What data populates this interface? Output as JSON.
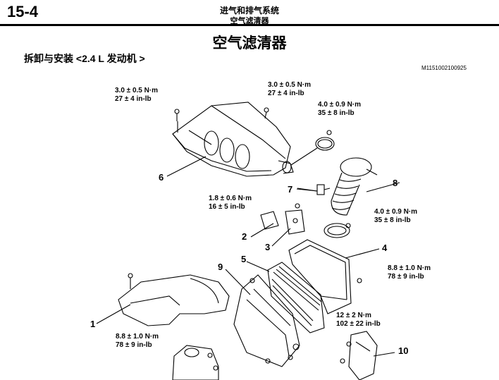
{
  "header": {
    "page_number": "15-4",
    "chapter": "进气和排气系统",
    "section": "空气滤清器"
  },
  "title": "空气滤清器",
  "subtitle": "拆卸与安装 <2.4 L 发动机 >",
  "figure_id": "M1151002100925",
  "torque_specs": [
    {
      "metric": "3.0 ± 0.5 N·m",
      "imperial": "27 ± 4 in-lb"
    },
    {
      "metric": "3.0 ± 0.5 N·m",
      "imperial": "27 ± 4 in-lb"
    },
    {
      "metric": "4.0 ± 0.9 N·m",
      "imperial": "35 ± 8 in-lb"
    },
    {
      "metric": "1.8 ± 0.6 N·m",
      "imperial": "16 ± 5 in-lb"
    },
    {
      "metric": "4.0 ± 0.9 N·m",
      "imperial": "35 ± 8 in-lb"
    },
    {
      "metric": "8.8 ± 1.0 N·m",
      "imperial": "78 ± 9 in-lb"
    },
    {
      "metric": "12 ± 2 N·m",
      "imperial": "102 ± 22 in-lb"
    },
    {
      "metric": "8.8 ± 1.0 N·m",
      "imperial": "78 ± 9 in-lb"
    }
  ],
  "callouts": [
    "1",
    "2",
    "3",
    "4",
    "5",
    "6",
    "7",
    "8",
    "9",
    "10"
  ]
}
